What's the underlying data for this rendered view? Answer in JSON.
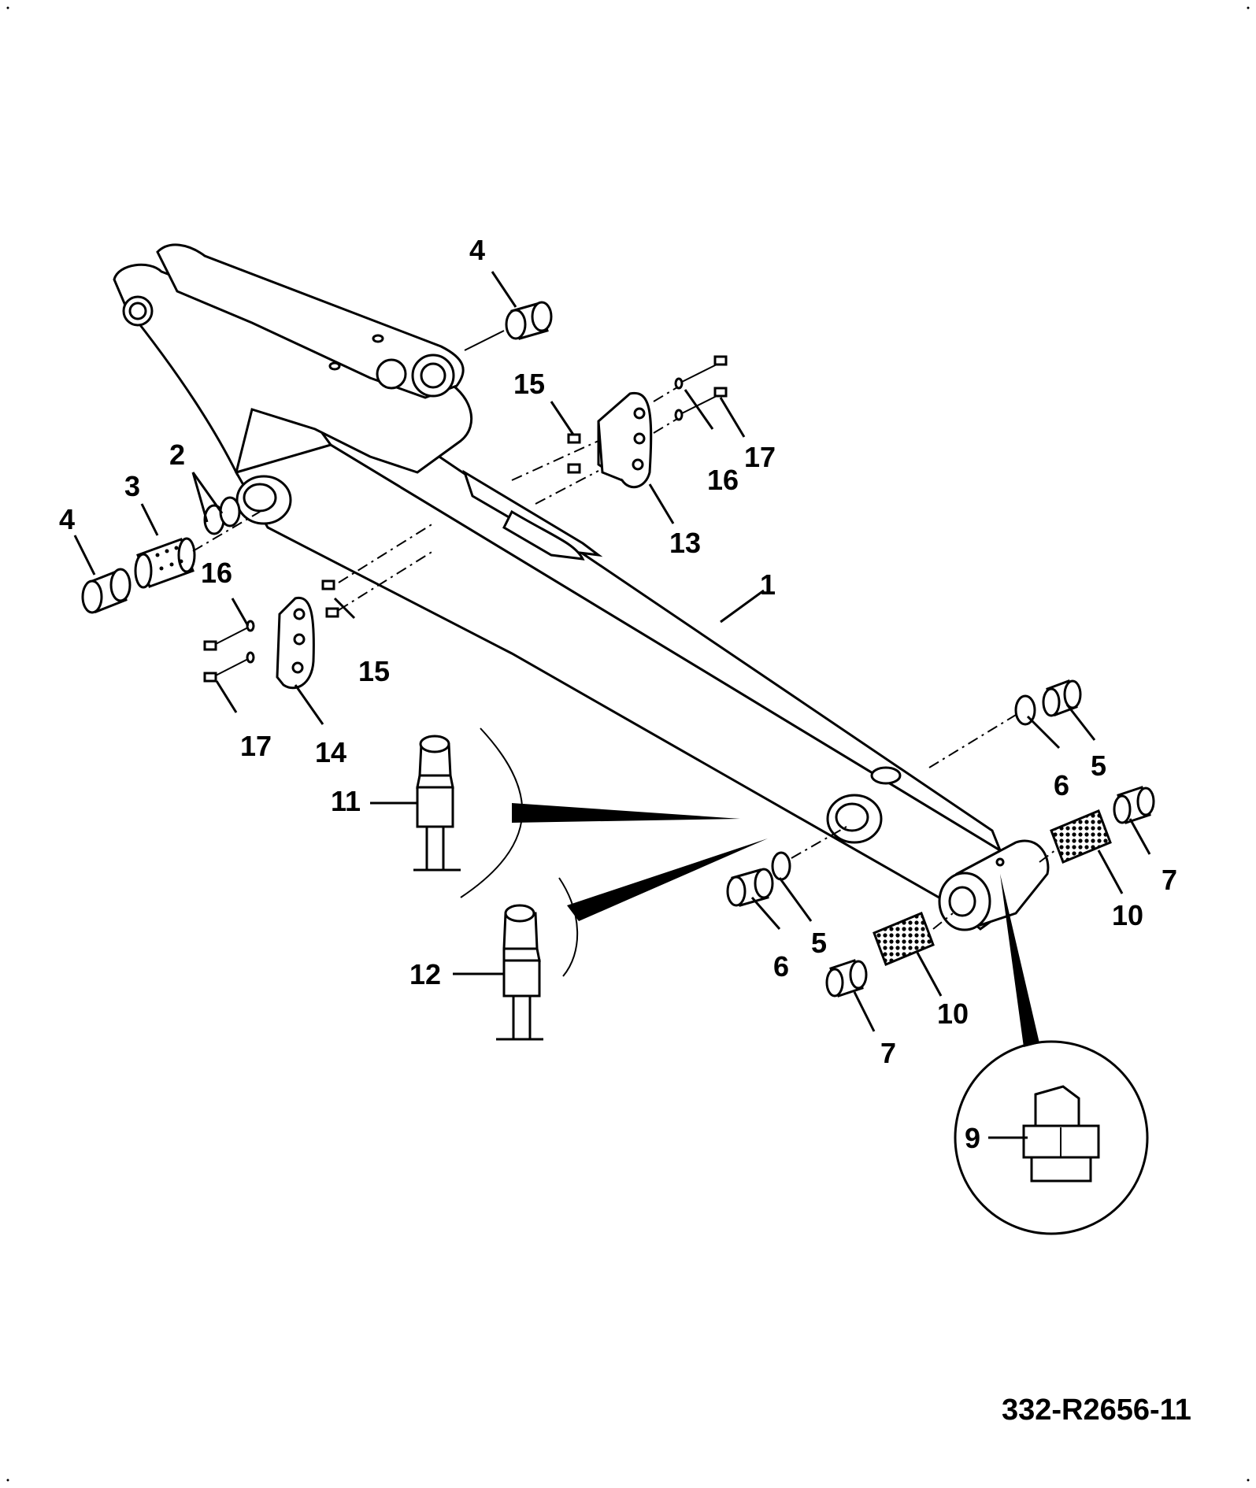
{
  "drawing_ref": "332-R2656-11",
  "callouts": {
    "c1": "1",
    "c2": "2",
    "c3": "3",
    "c4a": "4",
    "c4b": "4",
    "c5a": "5",
    "c5b": "5",
    "c6a": "6",
    "c6b": "6",
    "c7a": "7",
    "c7b": "7",
    "c9": "9",
    "c10a": "10",
    "c10b": "10",
    "c11": "11",
    "c12": "12",
    "c13": "13",
    "c14": "14",
    "c15a": "15",
    "c15b": "15",
    "c16a": "16",
    "c16b": "16",
    "c17a": "17",
    "c17b": "17"
  }
}
